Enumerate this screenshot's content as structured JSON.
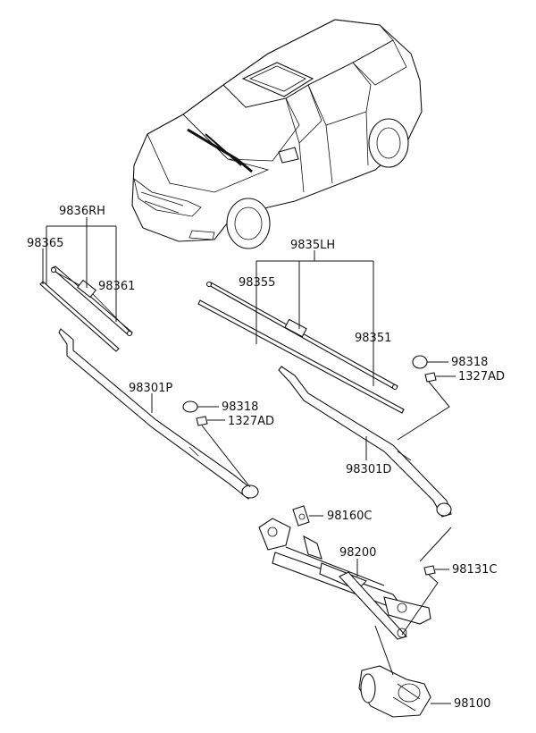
{
  "labels": {
    "rh_group": "9836RH",
    "rh_insert": "98365",
    "rh_blade": "98361",
    "lh_group": "9835LH",
    "lh_insert": "98355",
    "lh_blade": "98351",
    "arm_rh": "98301P",
    "cap_rh": "98318",
    "nut_rh": "1327AD",
    "cap_lh": "98318",
    "nut_lh": "1327AD",
    "arm_lh": "98301D",
    "bracket": "98160C",
    "linkage": "98200",
    "nut_linkage": "98131C",
    "motor": "98100"
  }
}
